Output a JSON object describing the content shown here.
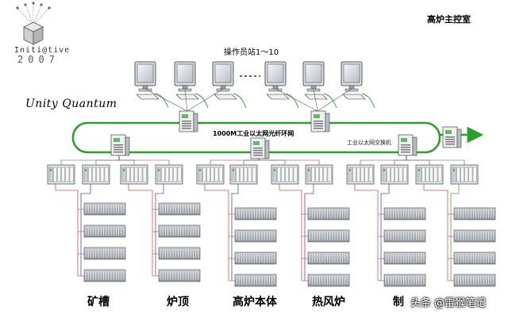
{
  "page_title": "高炉主控室",
  "logo": {
    "brand": "Initi@tive",
    "year": "2007"
  },
  "operator_label": "操作员站1～10",
  "system_label": "Unity Quantum",
  "ring_network_label": "1000M工业以太网光纤环网",
  "switch_label": "工业以太网交换机",
  "sections": [
    {
      "label": "矿槽"
    },
    {
      "label": "炉顶"
    },
    {
      "label": "高炉本体"
    },
    {
      "label": "热风炉"
    },
    {
      "label": "制"
    }
  ],
  "watermark": "头条 @雷猴笔记",
  "colors": {
    "ring": "#2e9e2e",
    "io_link_red": "#d9534f",
    "io_link_blue": "#3a55c7",
    "io_link_purple": "#8a3d8a",
    "io_link_green": "#4aa34a"
  }
}
